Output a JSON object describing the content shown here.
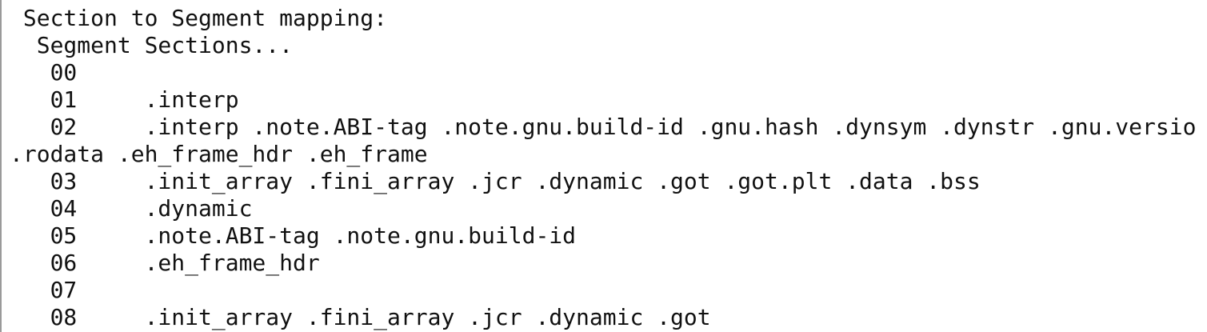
{
  "terminal": {
    "lines": [
      " Section to Segment mapping:",
      "  Segment Sections...",
      "   00     ",
      "   01     .interp ",
      "   02     .interp .note.ABI-tag .note.gnu.build-id .gnu.hash .dynsym .dynstr .gnu.versio",
      ".rodata .eh_frame_hdr .eh_frame ",
      "   03     .init_array .fini_array .jcr .dynamic .got .got.plt .data .bss ",
      "   04     .dynamic ",
      "   05     .note.ABI-tag .note.gnu.build-id ",
      "   06     .eh_frame_hdr ",
      "   07     ",
      "   08     .init_array .fini_array .jcr .dynamic .got "
    ]
  }
}
